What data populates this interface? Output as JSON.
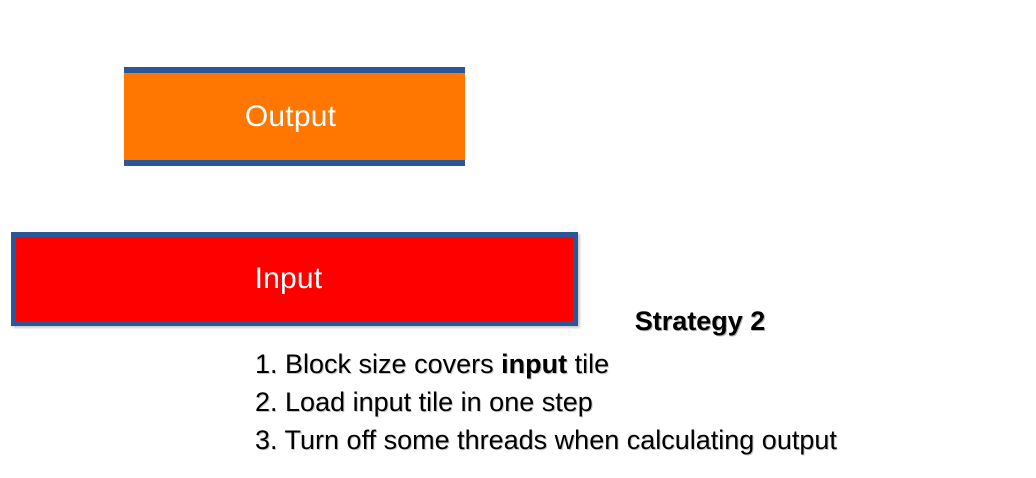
{
  "diagram": {
    "title_block": {
      "heading": "Strategy 2",
      "items": [
        {
          "number": "1.",
          "text_before": " Block size covers ",
          "bold": "input",
          "text_after": " tile"
        },
        {
          "number": "2.",
          "text_before": " Load input tile in one step",
          "bold": "",
          "text_after": ""
        },
        {
          "number": "3.",
          "text_before": " Turn off some threads when calculating  output",
          "bold": "",
          "text_after": ""
        }
      ],
      "line1_full": "1. Block size covers input tile",
      "line2_full": "2. Load input tile in one step",
      "line3_full": "3. Turn off some threads when calculating  output"
    },
    "output_row": {
      "bar_label": "Output",
      "left_halo_label": "",
      "right_halo_label": ""
    },
    "input_row": {
      "bar_label": "Input"
    },
    "colors": {
      "halo_border": "#FFC000",
      "halo_fill": "#FFFFFF",
      "output_fill": "#FF7700",
      "output_edge": "#2B5797",
      "input_fill": "#FF0000",
      "input_edge": "#2B5797",
      "text": "#000000",
      "bar_text": "#FFFFFF",
      "background": "#FFFFFF"
    }
  }
}
